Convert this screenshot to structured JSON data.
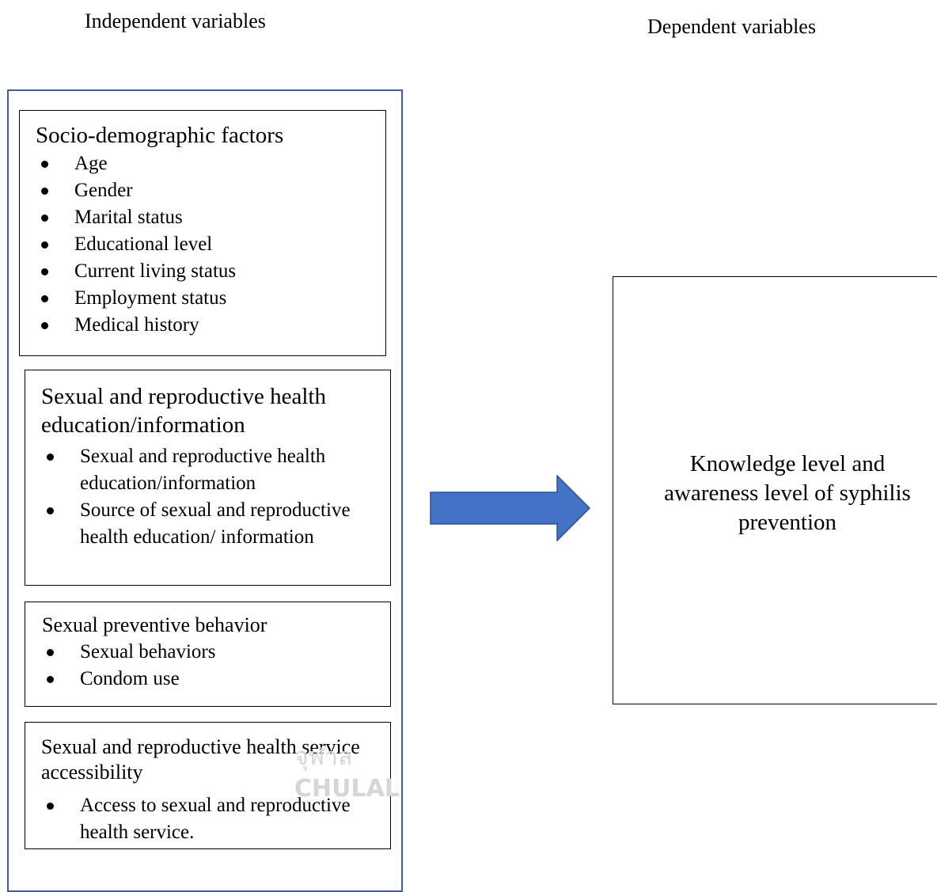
{
  "headers": {
    "independent": "Independent variables",
    "dependent": "Dependent variables"
  },
  "independent_boxes": [
    {
      "title": "Socio-demographic factors",
      "items": [
        "Age",
        "Gender",
        "Marital status",
        "Educational level",
        "Current living status",
        "Employment status",
        "Medical history"
      ]
    },
    {
      "title": "Sexual and reproductive health education/information",
      "items": [
        "Sexual and reproductive health education/information",
        "Source of sexual and reproductive health education/ information"
      ]
    },
    {
      "title": "Sexual preventive behavior",
      "items": [
        "Sexual behaviors",
        "Condom use"
      ]
    },
    {
      "title": "Sexual and reproductive health service accessibility",
      "items": [
        "Access to sexual and reproductive health service."
      ]
    }
  ],
  "dependent_box": {
    "text": "Knowledge level and awareness level of syphilis prevention"
  },
  "watermark": {
    "thai": "จุฬาล",
    "latin": "CHULAL"
  },
  "colors": {
    "arrow": "#4472c4",
    "arrow_border": "#2f528f",
    "outer_frame": "#3f5e9b"
  }
}
